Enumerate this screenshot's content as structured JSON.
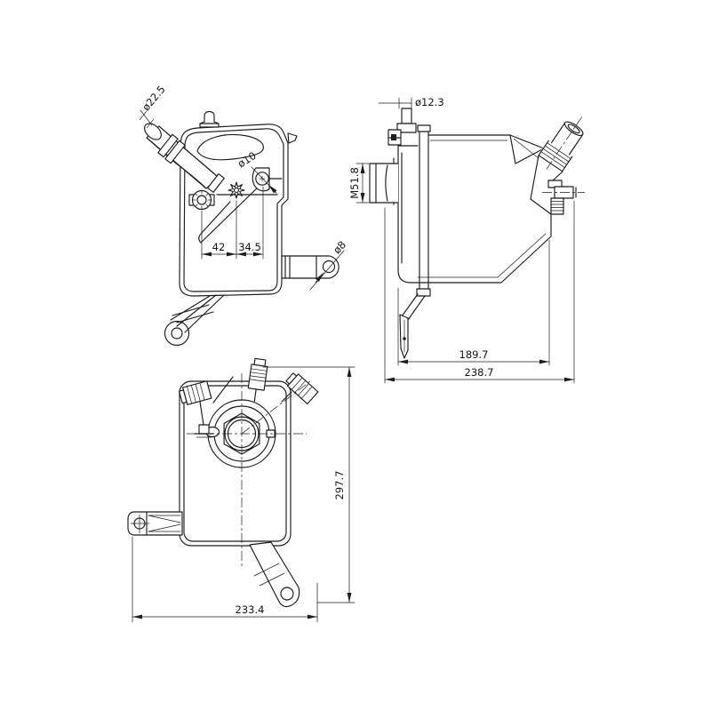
{
  "canvas": {
    "background": "#ffffff",
    "ink": "#1c1c1c"
  },
  "drawing": {
    "type": "technical-drawing",
    "views": {
      "front": {
        "labels": {
          "hose_diameter": "ø22.5",
          "bleed_hole_diameter": "ø10",
          "spacing_left": "42",
          "spacing_right": "34.5",
          "side_port_diameter": "ø8"
        }
      },
      "side": {
        "labels": {
          "vent_port_diameter": "ø12.3",
          "filler_neck_thread": "M51.8",
          "body_depth": "189.7",
          "overall_depth": "238.7"
        }
      },
      "top": {
        "labels": {
          "overall_height": "297.7",
          "overall_width": "233.4"
        }
      }
    }
  }
}
